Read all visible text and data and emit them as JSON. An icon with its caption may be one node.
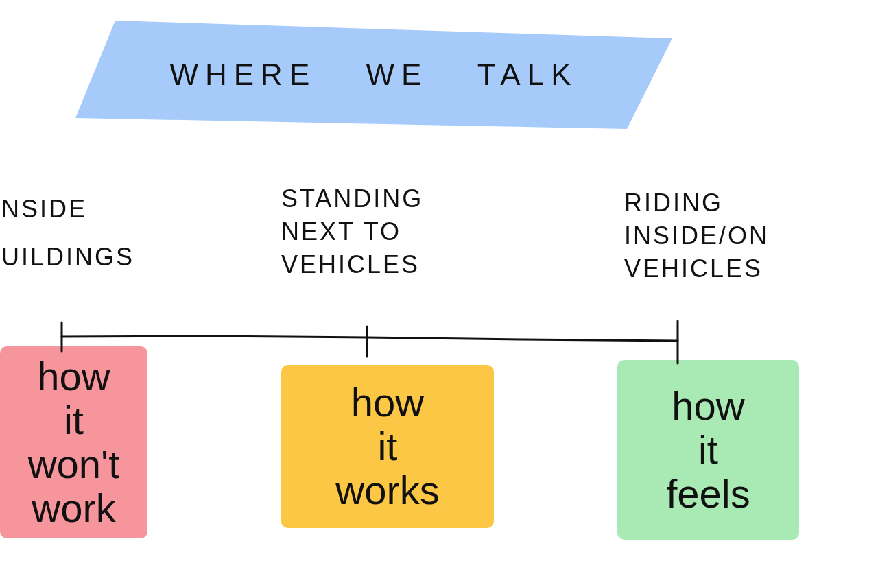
{
  "diagram": {
    "nodes": [
      {
        "text": [
          "WHERE WE TALK"
        ]
      },
      {
        "text": [
          "how it won't work"
        ]
      },
      {
        "text": [
          "how it works"
        ]
      },
      {
        "text": [
          "how it feels"
        ]
      }
    ],
    "labels": [
      "NSIDE UILDINGS",
      "STANDING NEXT TO VEHICLES",
      "RIDING INSIDE/ON VEHICLES"
    ]
  }
}
